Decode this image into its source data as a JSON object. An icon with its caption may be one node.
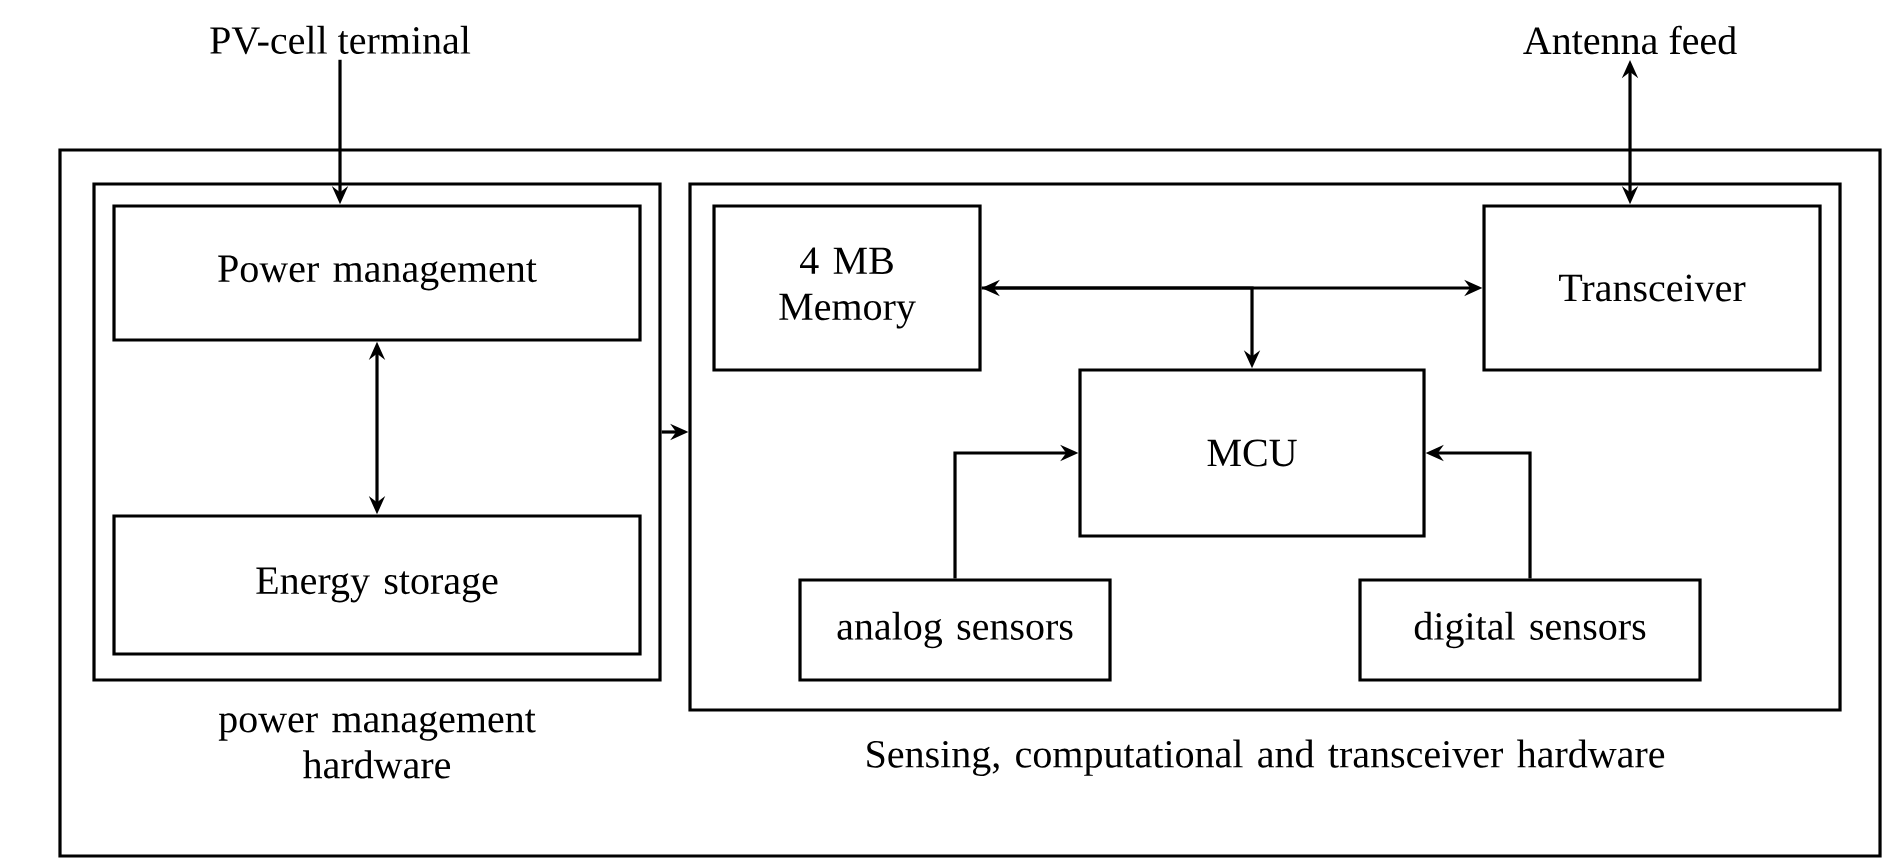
{
  "diagram": {
    "nodes": [
      {
        "text": [
          "PV-cell terminal"
        ]
      },
      {
        "text": [
          "Antenna feed"
        ]
      },
      {
        "text": [],
        "shape": "box"
      },
      {
        "text": [
          "power management hardware"
        ],
        "in": 2
      },
      {
        "text": [
          "Power management"
        ],
        "in": 3
      },
      {
        "text": [
          "Energy storage"
        ],
        "in": 3
      },
      {
        "text": [
          "Sensing, computational and transceiver hardware"
        ],
        "in": 2
      },
      {
        "text": [
          "4 MB Memory"
        ],
        "in": 6
      },
      {
        "text": [
          "Transceiver"
        ],
        "in": 6
      },
      {
        "text": [
          "MCU"
        ],
        "in": 6
      },
      {
        "text": [
          "analog sensors"
        ],
        "in": 6
      },
      {
        "text": [
          "digital sensors"
        ],
        "in": 6
      }
    ],
    "edges": [
      {
        "from": 0,
        "to": 4,
        "arrow": "to"
      },
      {
        "from": 1,
        "to": 8,
        "arrow": "both"
      },
      {
        "from": 4,
        "to": 5,
        "arrow": "both"
      },
      {
        "from": 3,
        "to": 6,
        "arrow": "to"
      },
      {
        "from": 7,
        "to": 8,
        "arrow": "both"
      },
      {
        "from": 7,
        "to": 9,
        "arrow": "to"
      },
      {
        "from": 10,
        "to": 9,
        "arrow": "to"
      },
      {
        "from": 11,
        "to": 9,
        "arrow": "to"
      }
    ]
  }
}
